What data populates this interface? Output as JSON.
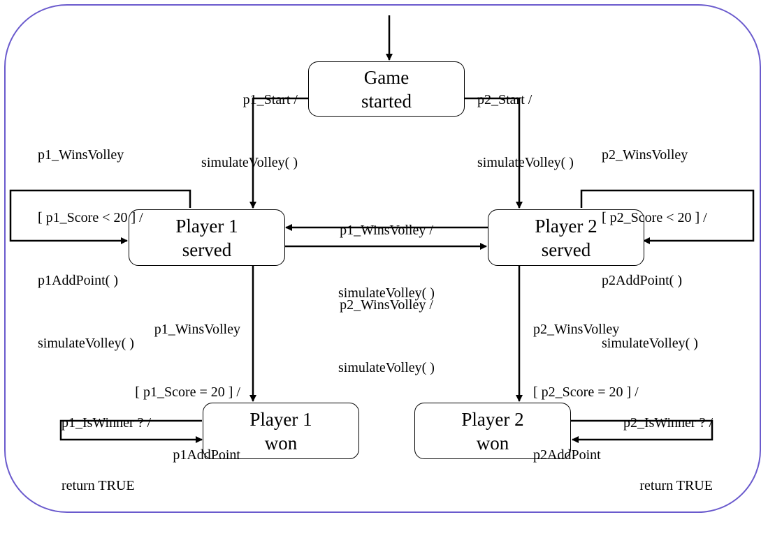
{
  "colors": {
    "frame": "#6a5acd",
    "line": "#000000"
  },
  "states": {
    "game_started": {
      "line1": "Game",
      "line2": "started"
    },
    "player1_served": {
      "line1": "Player 1",
      "line2": "served"
    },
    "player2_served": {
      "line1": "Player 2",
      "line2": "served"
    },
    "player1_won": {
      "line1": "Player 1",
      "line2": "won"
    },
    "player2_won": {
      "line1": "Player 2",
      "line2": "won"
    }
  },
  "transitions": {
    "p1_start": {
      "event": "p1_Start /",
      "action": "simulateVolley( )"
    },
    "p2_start": {
      "event": "p2_Start /",
      "action": "simulateVolley( )"
    },
    "p1_self": {
      "line1": "p1_WinsVolley",
      "line2": "[ p1_Score < 20 ] /",
      "line3": "p1AddPoint( )",
      "line4": "simulateVolley( )"
    },
    "p2_self": {
      "line1": "p2_WinsVolley",
      "line2": "[ p2_Score < 20 ] /",
      "line3": "p2AddPoint( )",
      "line4": "simulateVolley( )"
    },
    "to_p1": {
      "event": "p1_WinsVolley /",
      "action": "simulateVolley( )"
    },
    "to_p2": {
      "event": "p2_WinsVolley /",
      "action": "simulateVolley( )"
    },
    "p1_win": {
      "line1": "p1_WinsVolley",
      "line2": "[ p1_Score = 20 ] /",
      "line3": "p1AddPoint"
    },
    "p2_win": {
      "line1": "p2_WinsVolley",
      "line2": "[ p2_Score = 20 ] /",
      "line3": "p2AddPoint"
    },
    "p1_winner": {
      "event": "p1_IsWinner ? /",
      "action": "return TRUE"
    },
    "p2_winner": {
      "event": "p2_IsWinner ? /",
      "action": "return TRUE"
    }
  }
}
